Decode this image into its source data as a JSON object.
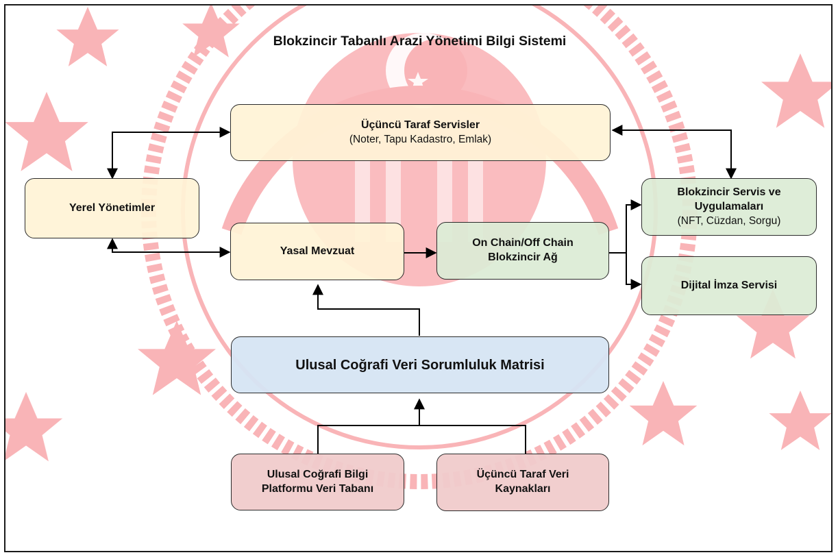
{
  "title": "Blokzincir Tabanlı Arazi Yönetimi Bilgi Sistemi",
  "nodes": {
    "third_party_services": {
      "title": "Üçüncü Taraf Servisler",
      "subtitle": "(Noter, Tapu Kadastro, Emlak)"
    },
    "local_governments": {
      "title": "Yerel Yönetimler"
    },
    "legal_legislation": {
      "title": "Yasal Mevzuat"
    },
    "blockchain_network": {
      "title_line1": "On Chain/Off Chain",
      "title_line2": "Blokzincir Ağ"
    },
    "blockchain_services": {
      "title_line1": "Blokzincir Servis ve",
      "title_line2": "Uygulamaları",
      "subtitle": "(NFT, Cüzdan, Sorgu)"
    },
    "digital_signature": {
      "title": "Dijital İmza Servisi"
    },
    "responsibility_matrix": {
      "title": "Ulusal Coğrafi Veri Sorumluluk Matrisi"
    },
    "platform_database": {
      "title_line1": "Ulusal Coğrafi Bilgi",
      "title_line2": "Platformu Veri Tabanı"
    },
    "third_party_data": {
      "title_line1": "Üçüncü Taraf Veri",
      "title_line2": "Kaynakları"
    }
  },
  "colors": {
    "yellow": "#fff3d6",
    "green": "#dcecd5",
    "blue": "#d6e5f3",
    "red": "#f0cbcb",
    "watermark": "#e4202a"
  }
}
